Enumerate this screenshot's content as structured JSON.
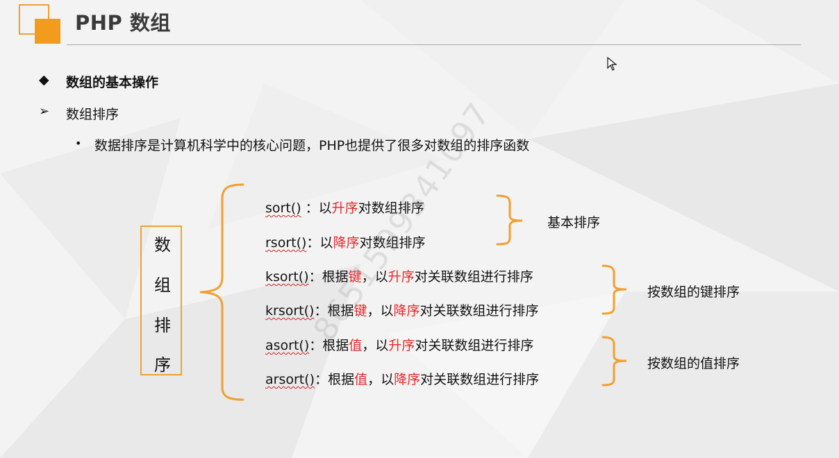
{
  "slide": {
    "title": "PHP 数组",
    "heading": "数组的基本操作",
    "heading_bullet": "◆",
    "subheading": "数组排序",
    "subheading_bullet": "➢",
    "point_bullet": "•",
    "point": "数据排序是计算机科学中的核心问题，PHP也提供了很多对数组的排序函数",
    "vertical_label": [
      "数",
      "组",
      "排",
      "序"
    ],
    "functions": [
      {
        "fn": "sort()",
        "sep": " ：以",
        "key": "",
        "mid": "",
        "order": "升序",
        "rest": "对数组排序"
      },
      {
        "fn": "rsort()",
        "sep": "：以",
        "key": "",
        "mid": "",
        "order": "降序",
        "rest": "对数组排序"
      },
      {
        "fn": "ksort()",
        "sep": "：根据",
        "key": "键",
        "mid": "，以",
        "order": "升序",
        "rest": "对关联数组进行排序"
      },
      {
        "fn": "krsort()",
        "sep": "：根据",
        "key": "键",
        "mid": "，以",
        "order": "降序",
        "rest": "对关联数组进行排序"
      },
      {
        "fn": "asort()",
        "sep": "：根据",
        "key": "值",
        "mid": "，以",
        "order": "升序",
        "rest": "对关联数组进行排序"
      },
      {
        "fn": "arsort()",
        "sep": "：根据",
        "key": "值",
        "mid": "，以",
        "order": "降序",
        "rest": "对关联数组进行排序"
      }
    ],
    "groups": [
      "基本排序",
      "按数组的键排序",
      "按数组的值排序"
    ],
    "watermark": "8651599341097"
  },
  "colors": {
    "accent": "#f29b1c",
    "highlight": "#e8262a",
    "text": "#111111",
    "title": "#3a3a3a"
  },
  "icons": {
    "cursor": "mouse-cursor-icon"
  }
}
